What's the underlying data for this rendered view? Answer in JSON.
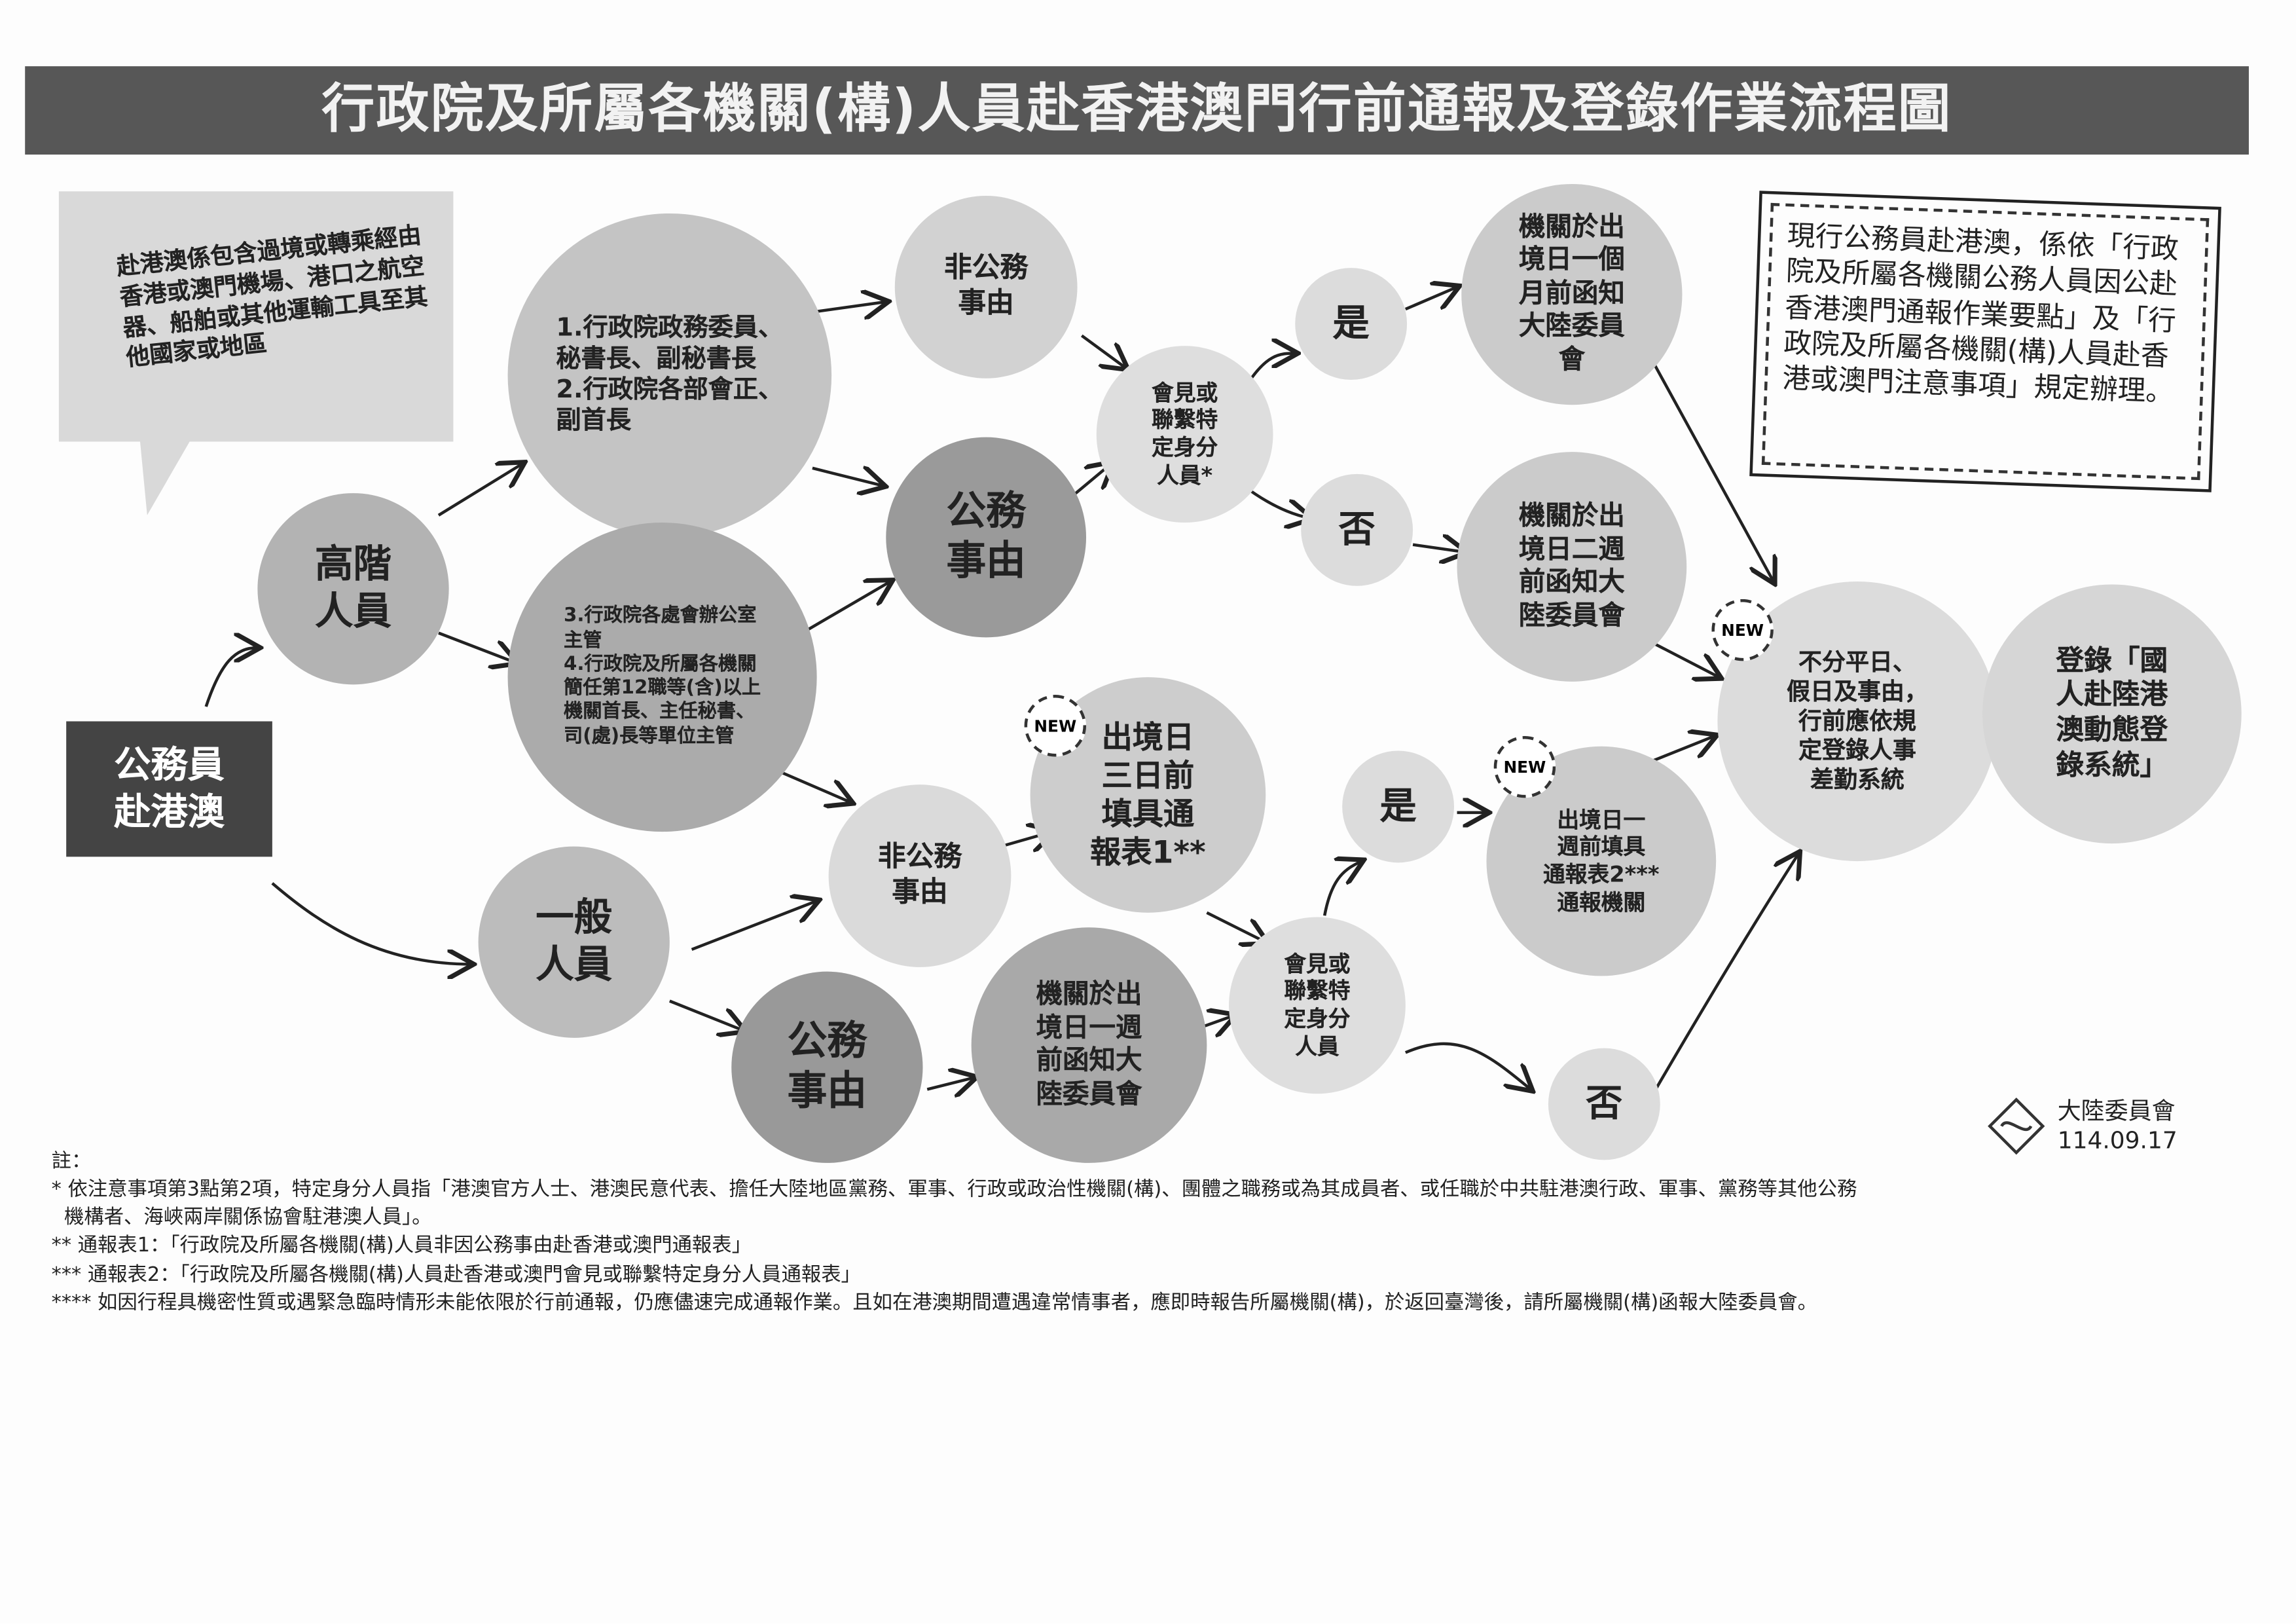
{
  "title": "行政院及所屬各機關(構)人員赴香港澳門行前通報及登錄作業流程圖",
  "bubble_text": "赴港澳係包含過境或轉乘經由香港或澳門機場、港口之航空器、船舶或其他運輸工具至其他國家或地區",
  "start_box": "公務員\n赴港澳",
  "nodes": {
    "senior": "高階\n人員",
    "general": "一般\n人員",
    "senior_group1": "1.行政院政務委員、\n秘書長、副秘書長\n2.行政院各部會正、\n副首長",
    "senior_group2": "3.行政院各處會辦公室\n主管\n4.行政院及所屬各機關\n簡任第12職等(含)以上\n機關首長、主任秘書、\n司(處)長等單位主管",
    "non_official_top": "非公務\n事由",
    "official_top": "公務\n事由",
    "meet_top": "會見或\n聯繫特\n定身分\n人員*",
    "yes_top": "是",
    "no_top": "否",
    "one_month": "機關於出\n境日一個\n月前函知\n大陸委員\n會",
    "two_weeks": "機關於出\n境日二週\n前函知大\n陸委員會",
    "register_rule": "不分平日、\n假日及事由，\n行前應依規\n定登錄人事\n差勤系統",
    "register_system": "登錄「國\n人赴陸港\n澳動態登\n錄系統」",
    "non_official_bottom": "非公務\n事由",
    "three_days": "出境日\n三日前\n填具通\n報表1**",
    "official_bottom": "公務\n事由",
    "one_week_letter": "機關於出\n境日一週\n前函知大\n陸委員會",
    "meet_bottom": "會見或\n聯繫特\n定身分\n人員",
    "yes_bottom": "是",
    "one_week_form": "出境日一\n週前填具\n通報表2***\n通報機關",
    "no_bottom": "否"
  },
  "new_badge": "NEW",
  "note_box": "現行公務員赴港澳，係依「行政院及所屬各機關公務人員因公赴香港澳門通報作業要點」及「行政院及所屬各機關(構)人員赴香港或澳門注意事項」規定辦理。",
  "logo": {
    "name": "大陸委員會",
    "date": "114.09.17"
  },
  "notes": [
    "註：",
    "* 依注意事項第3點第2項，特定身分人員指「港澳官方人士、港澳民意代表、擔任大陸地區黨務、軍事、行政或政治性機關(構)、團體之職務或為其成員者、或任職於中共駐港澳行政、軍事、黨務等其他公務\n  機構者、海峽兩岸關係協會駐港澳人員」。",
    "** 通報表1：「行政院及所屬各機關(構)人員非因公務事由赴香港或澳門通報表」",
    "*** 通報表2：「行政院及所屬各機關(構)人員赴香港或澳門會見或聯繫特定身分人員通報表」",
    "**** 如因行程具機密性質或遇緊急臨時情形未能依限於行前通報，仍應儘速完成通報作業。且如在港澳期間遭遇違常情事者，應即時報告所屬機關(構)，於返回臺灣後，請所屬機關(構)函報大陸委員會。"
  ]
}
